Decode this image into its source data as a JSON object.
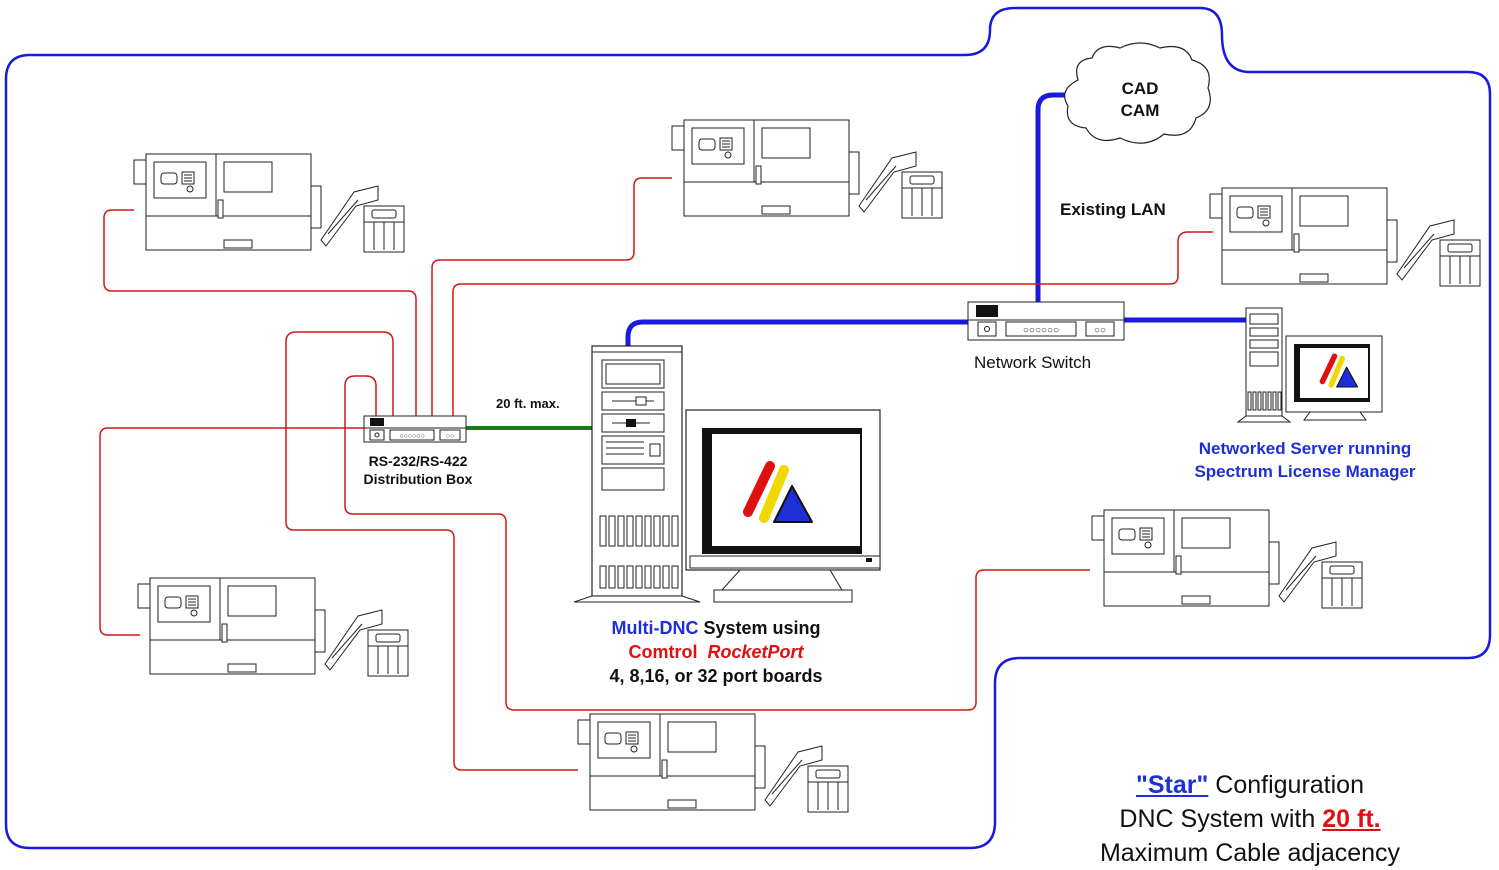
{
  "colors": {
    "lan_line": "#1a1adc",
    "serial_line": "#d01818",
    "short_cable": "#1a7a1a",
    "boundary": "#1a1adc",
    "accent_blue": "#1f2fd8",
    "accent_red": "#e01010"
  },
  "labels": {
    "cloud": [
      "CAD",
      "CAM"
    ],
    "existing_lan": "Existing LAN",
    "network_switch": "Network Switch",
    "cable_length": "20 ft. max.",
    "distribution_box": [
      "RS-232/RS-422",
      "Distribution Box"
    ],
    "server": [
      "Networked Server running",
      "Spectrum License Manager"
    ],
    "system": {
      "line1_blue": "Multi-DNC",
      "line1_rest": "System using",
      "line2_red": "Comtrol",
      "line2_italic": "RocketPort",
      "line3": "4, 8,16, or 32 port boards"
    },
    "caption": {
      "star": "\"Star\"",
      "line1_rest": "Configuration",
      "line2_prefix": "DNC System with",
      "line2_highlight": "20 ft.",
      "line3": "Maximum Cable adjacency"
    }
  },
  "icons": {
    "cnc_machines": "cnc-machine-icon",
    "tower_pc": "tower-computer-icon",
    "monitor": "crt-monitor-icon",
    "switch": "network-switch-icon",
    "cloud": "cloud-icon",
    "logo": "triangle-logo-icon"
  }
}
